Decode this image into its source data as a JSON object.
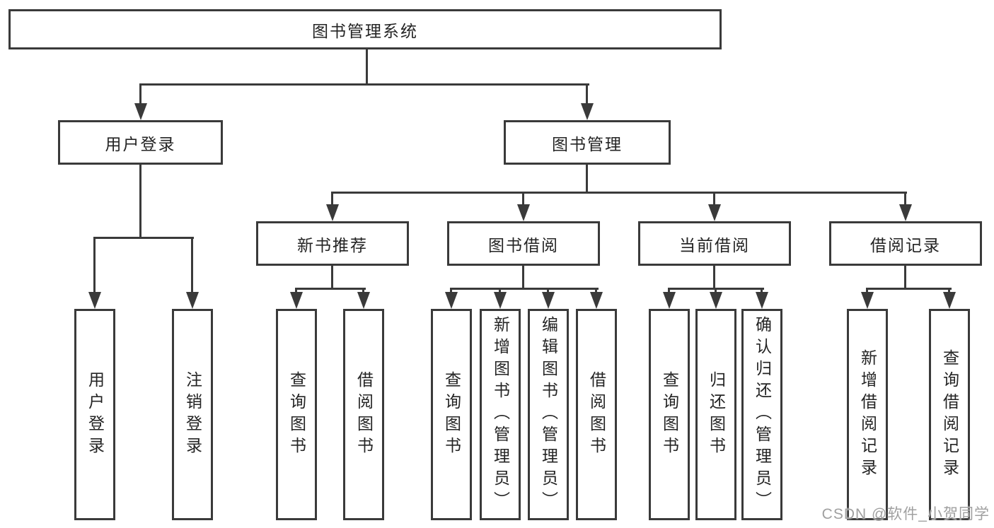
{
  "colors": {
    "line": "#3a3a3a",
    "text": "#242424",
    "watermark": "#a0a0a0",
    "background": "#ffffff"
  },
  "watermark": {
    "text": "CSDN @软件_小贺同学"
  },
  "tree": {
    "label": "图书管理系统",
    "children": [
      {
        "label": "用户登录",
        "children": [
          {
            "label": "用户登录"
          },
          {
            "label": "注销登录"
          }
        ]
      },
      {
        "label": "图书管理",
        "children": [
          {
            "label": "新书推荐",
            "children": [
              {
                "label": "查询图书"
              },
              {
                "label": "借阅图书"
              }
            ]
          },
          {
            "label": "图书借阅",
            "children": [
              {
                "label": "查询图书"
              },
              {
                "label": "新增图书（管理员）"
              },
              {
                "label": "编辑图书（管理员）"
              },
              {
                "label": "借阅图书"
              }
            ]
          },
          {
            "label": "当前借阅",
            "children": [
              {
                "label": "查询图书"
              },
              {
                "label": "归还图书"
              },
              {
                "label": "确认归还（管理员）"
              }
            ]
          },
          {
            "label": "借阅记录",
            "children": [
              {
                "label": "新增借阅记录"
              },
              {
                "label": "查询借阅记录"
              }
            ]
          }
        ]
      }
    ]
  }
}
